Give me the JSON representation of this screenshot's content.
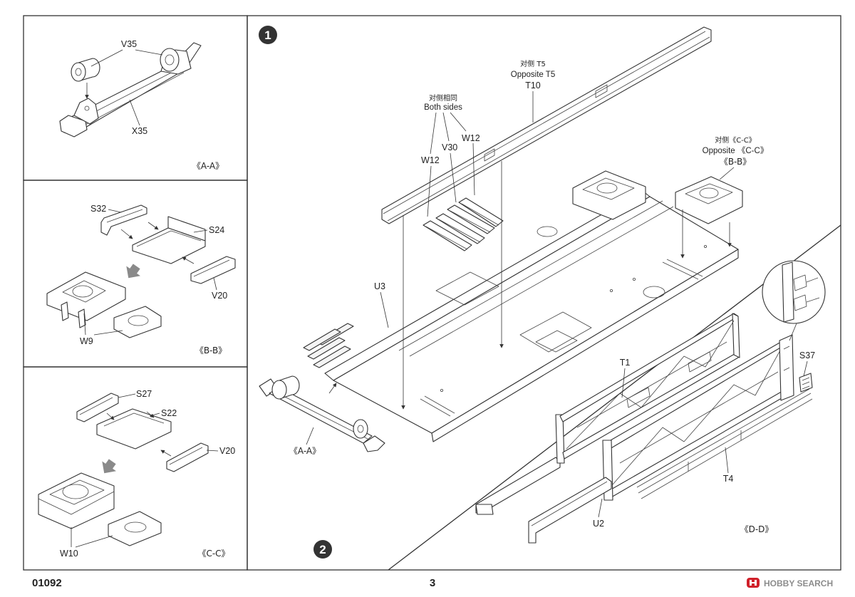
{
  "panels": {
    "a_a": {
      "v35": "V35",
      "x35": "X35",
      "caption": "《A-A》"
    },
    "b_b": {
      "s32": "S32",
      "s24": "S24",
      "v20": "V20",
      "w9": "W9",
      "caption": "《B-B》"
    },
    "c_c": {
      "s27": "S27",
      "s22": "S22",
      "v20": "V20",
      "w10": "W10",
      "caption": "《C-C》"
    }
  },
  "step1": {
    "number": "1",
    "t10_note_cn": "对侧 T5",
    "t10_note_en": "Opposite T5",
    "t10": "T10",
    "both_cn": "对侧相同",
    "both_en": "Both sides",
    "w12_a": "W12",
    "v30": "V30",
    "w12_b": "W12",
    "u3": "U3",
    "opp_cc_cn": "对侧《C-C》",
    "opp_cc_en": "Opposite 《C-C》",
    "bb": "《B-B》",
    "aa": "《A-A》"
  },
  "step2": {
    "number": "2",
    "t1": "T1",
    "s37": "S37",
    "t4": "T4",
    "u2": "U2",
    "dd": "《D-D》"
  },
  "footer": {
    "code": "01092",
    "page": "3",
    "watermark": "HOBBY SEARCH"
  },
  "colors": {
    "line": "#333333",
    "badge": "#333333",
    "sub_arrow": "#8a8a8a",
    "logo": "#d0202a"
  },
  "icons": {
    "sub_arrow": "gray-arrow-icon",
    "logo": "hobby-search-logo-icon"
  }
}
